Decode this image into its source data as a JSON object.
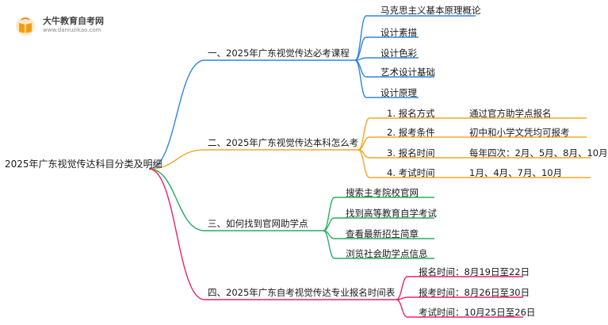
{
  "logo": {
    "name": "大牛教育自考网",
    "url": "www.daniuzikao.com"
  },
  "root": "2025年广东视觉传达科目分类及明细",
  "branches": [
    {
      "label": "一、2025年广东视觉传达必考课程",
      "color": "#2e86de",
      "items": [
        "马克思主义基本原理概论",
        "设计素描",
        "设计色彩",
        "艺术设计基础",
        "设计原理"
      ]
    },
    {
      "label": "二、2025年广东视觉传达本科怎么考",
      "color": "#f5a623",
      "items": [
        {
          "label": "1. 报名方式",
          "value": "通过官方助学点报名"
        },
        {
          "label": "2. 报考条件",
          "value": "初中和小学文凭均可报考"
        },
        {
          "label": "3. 报名时间",
          "value": "每年四次：2月、5月、8月、10月"
        },
        {
          "label": "4. 考试时间",
          "value": "1月、4月、7月、10月"
        }
      ]
    },
    {
      "label": "三、如何找到官网助学点",
      "color": "#27ae60",
      "items": [
        "搜索主考院校官网",
        "找到高等教育自学考试",
        "查看最新招生简章",
        "浏览社会助学点信息"
      ]
    },
    {
      "label": "四、2025年广东自考视觉传达专业报名时间表",
      "color": "#e8236b",
      "items": [
        "报名时间：8月19日至22日",
        "报考时间：8月26日至30日",
        "考试时间：10月25日至26日"
      ]
    }
  ]
}
